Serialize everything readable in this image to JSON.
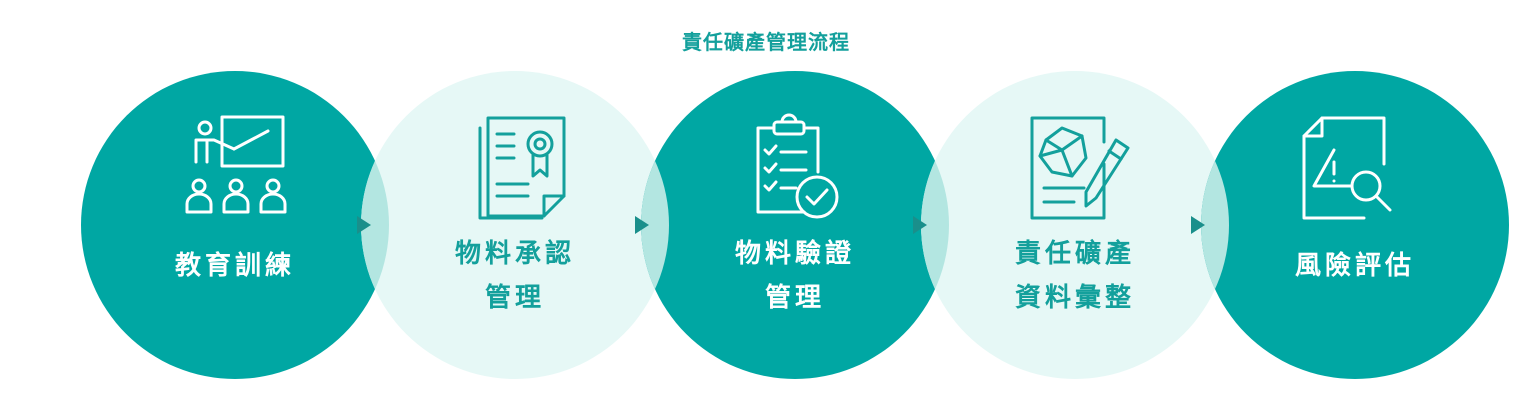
{
  "title": "責任礦產管理流程",
  "colors": {
    "dark": "#00a7a3",
    "light": "#e6f8f6",
    "overlap": "#b3e6e1",
    "arrow": "#1a8f8b",
    "title": "#13a09c",
    "text_on_dark": "#ffffff",
    "text_on_light": "#13a09c"
  },
  "steps": [
    {
      "icon": "teacher-classroom-icon",
      "label_lines": [
        "教育訓練"
      ],
      "tone": "dark"
    },
    {
      "icon": "certificate-document-icon",
      "label_lines": [
        "物料承認",
        "管理"
      ],
      "tone": "light"
    },
    {
      "icon": "clipboard-checklist-icon",
      "label_lines": [
        "物料驗證",
        "管理"
      ],
      "tone": "dark"
    },
    {
      "icon": "mineral-document-pen-icon",
      "label_lines": [
        "責任礦產",
        "資料彙整"
      ],
      "tone": "light"
    },
    {
      "icon": "risk-document-search-icon",
      "label_lines": [
        "風險評估"
      ],
      "tone": "dark"
    }
  ]
}
